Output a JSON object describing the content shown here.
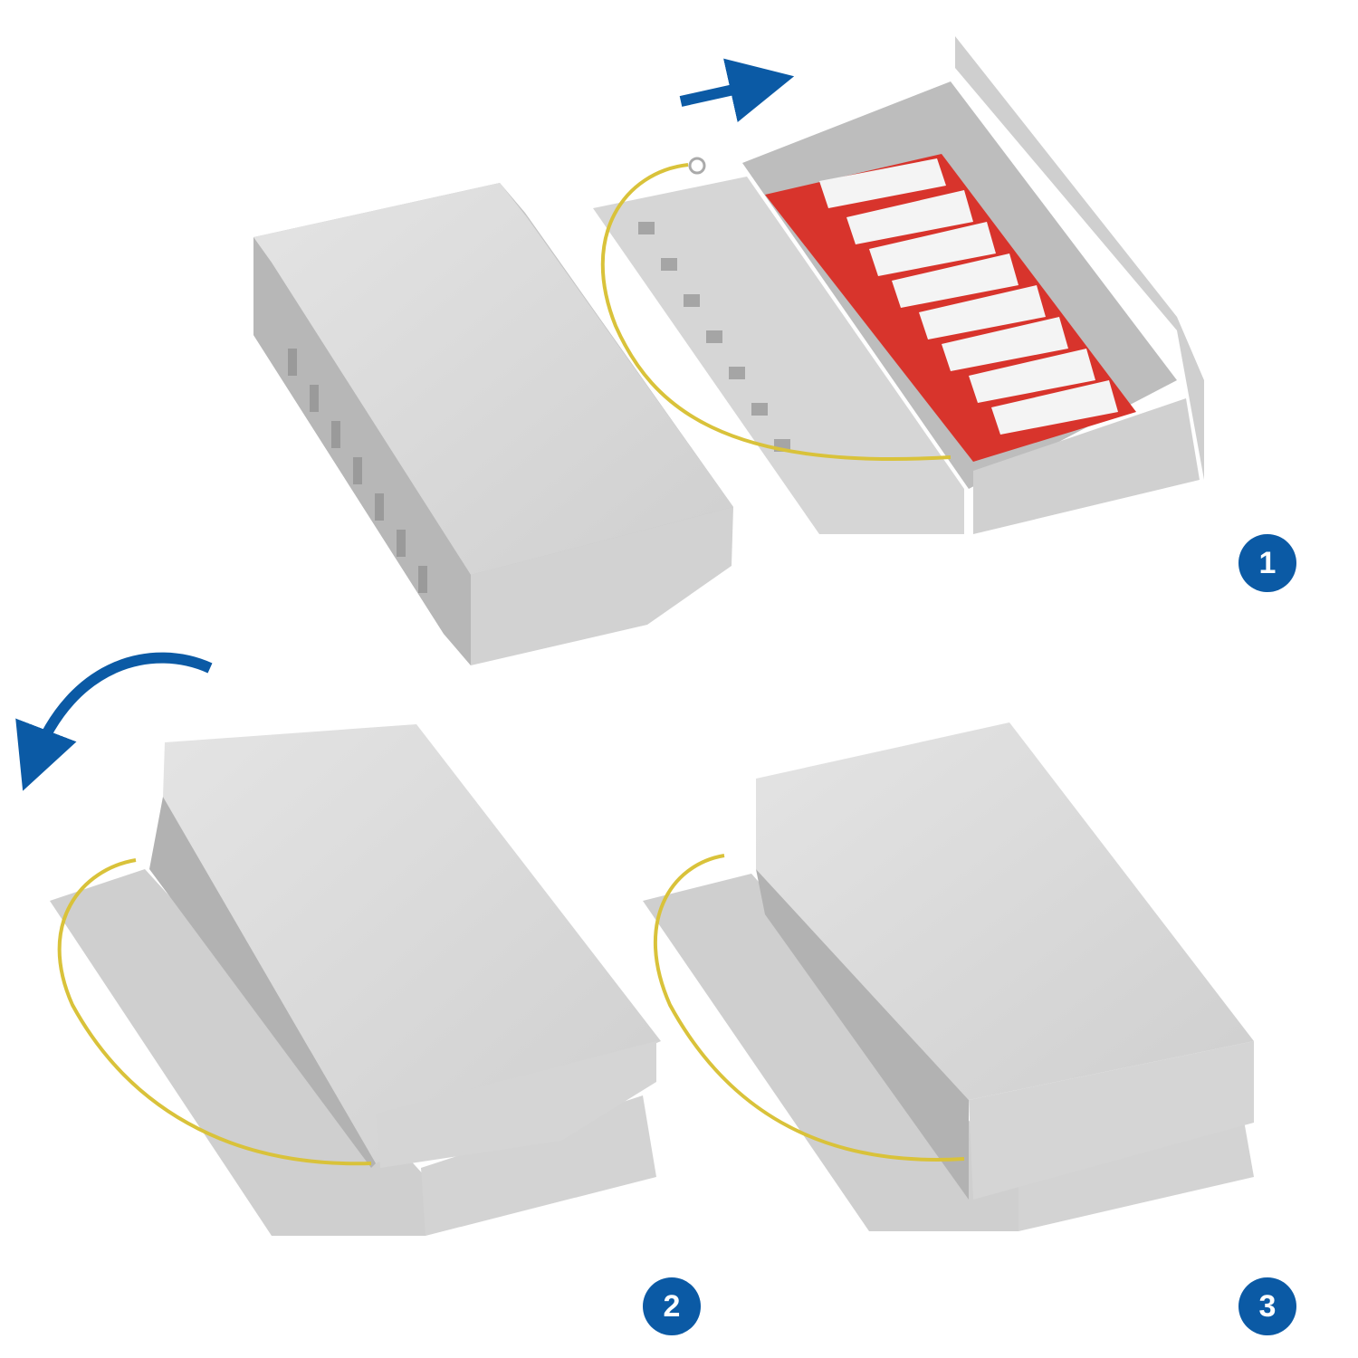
{
  "steps": [
    {
      "number": "1"
    },
    {
      "number": "2"
    },
    {
      "number": "3"
    }
  ],
  "colors": {
    "accent": "#0b5aa5",
    "housing": "#d9d9d9",
    "housing_shade": "#bdbdbd",
    "pcb": "#d8342c",
    "wire_yellow": "#d9c23a",
    "wire_green": "#5a9a3a"
  }
}
